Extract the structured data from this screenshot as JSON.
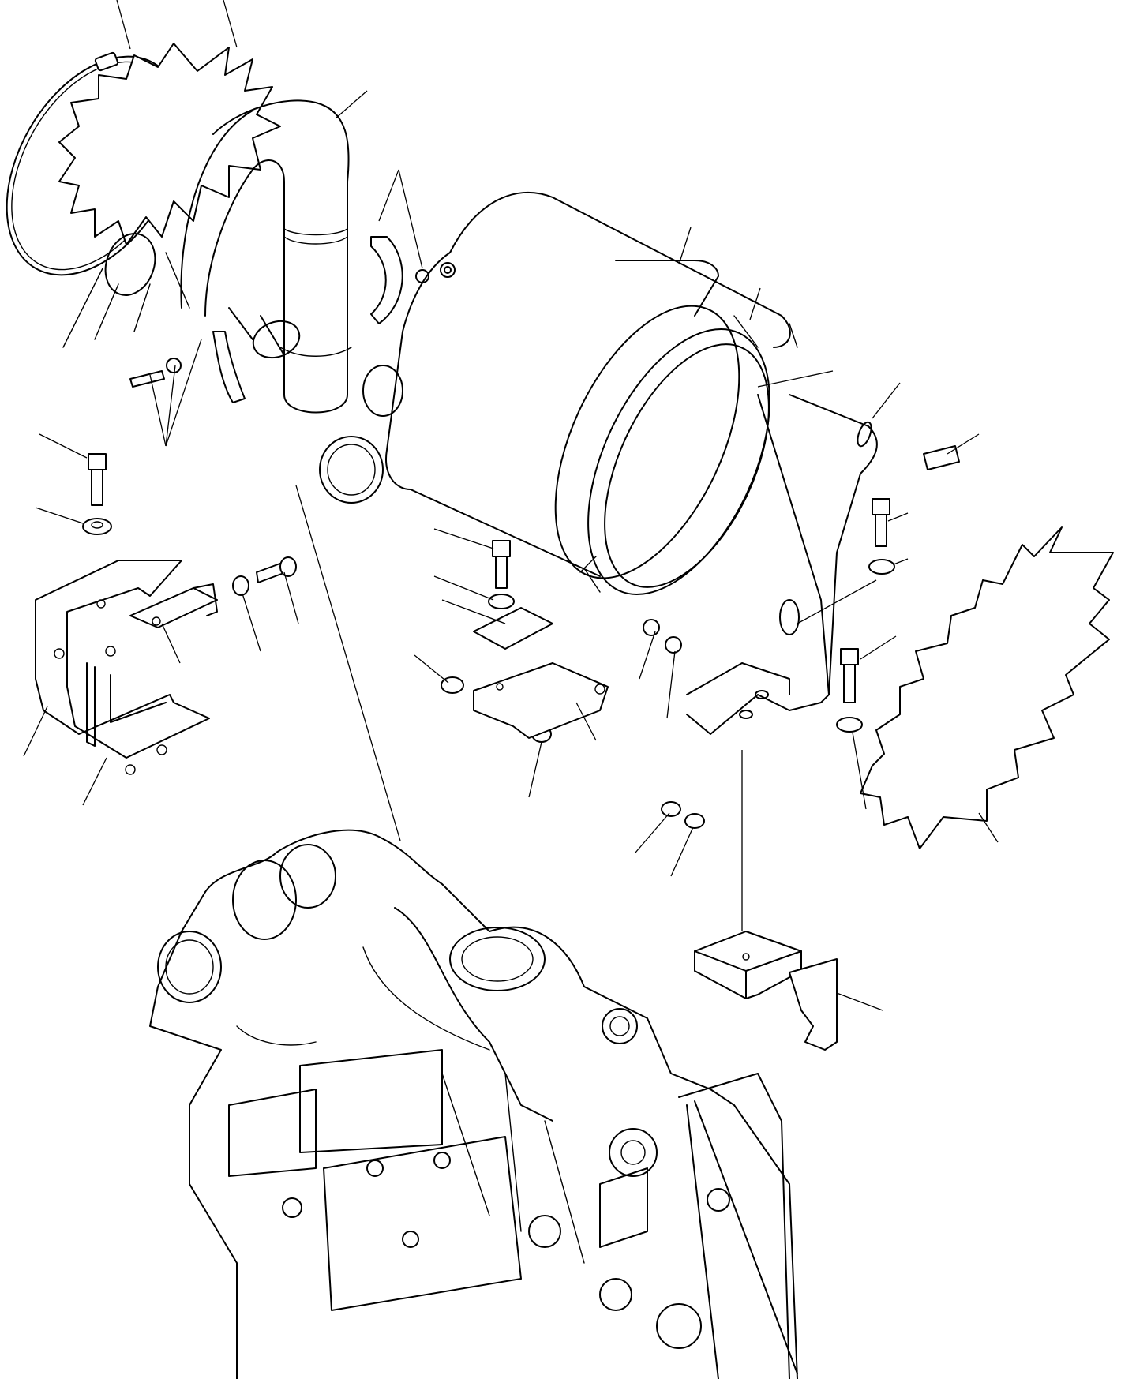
{
  "diagram": {
    "parts": [
      {
        "id": "clamp-band"
      },
      {
        "id": "heat-shield-star"
      },
      {
        "id": "exhaust-elbow-pipe"
      },
      {
        "id": "pipe-clamp"
      },
      {
        "id": "muffler"
      },
      {
        "id": "muffler-strap-band"
      },
      {
        "id": "muffler-support-bracket"
      },
      {
        "id": "side-support-bracket"
      },
      {
        "id": "flat-plate"
      },
      {
        "id": "lower-mount-bracket"
      },
      {
        "id": "gasket-star"
      },
      {
        "id": "engine-block"
      }
    ],
    "callout_count": 32
  }
}
